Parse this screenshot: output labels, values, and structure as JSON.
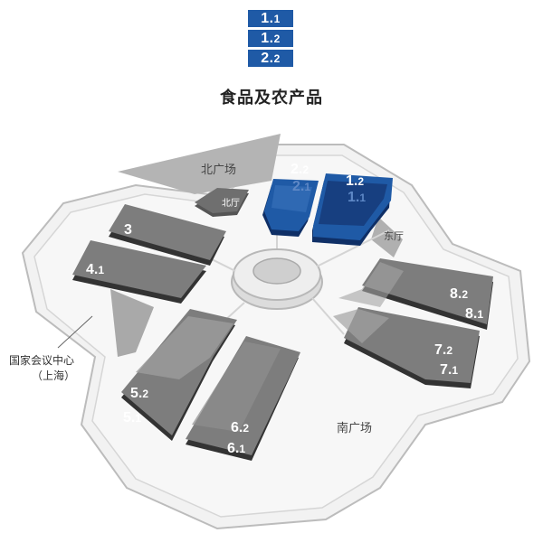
{
  "legend": {
    "items": [
      {
        "main": "1.",
        "sub": "1"
      },
      {
        "main": "1.",
        "sub": "2"
      },
      {
        "main": "2.",
        "sub": "2"
      }
    ]
  },
  "title": "食品及农产品",
  "halls": [
    {
      "main": "2.",
      "sub": "2"
    },
    {
      "main": "2.",
      "sub": "1"
    },
    {
      "main": "1.",
      "sub": "2"
    },
    {
      "main": "1.",
      "sub": "1"
    },
    {
      "main": "3",
      "sub": ""
    },
    {
      "main": "4.",
      "sub": "1"
    },
    {
      "main": "5.",
      "sub": "2"
    },
    {
      "main": "5.",
      "sub": "1"
    },
    {
      "main": "6.",
      "sub": "2"
    },
    {
      "main": "6.",
      "sub": "1"
    },
    {
      "main": "7.",
      "sub": "2"
    },
    {
      "main": "7.",
      "sub": "1"
    },
    {
      "main": "8.",
      "sub": "2"
    },
    {
      "main": "8.",
      "sub": "1"
    }
  ],
  "places": {
    "north_plaza": "北广场",
    "north_hall": "北厅",
    "east_hall": "东厅",
    "south_plaza": "南广场",
    "convention_center_line1": "国家会议中心",
    "convention_center_line2": "（上海）"
  },
  "colors": {
    "highlight": "#1f5aa6",
    "highlight_dark": "#12366e",
    "hall_gray": "#7d7d7d",
    "hall_dark": "#3f3f3f"
  }
}
